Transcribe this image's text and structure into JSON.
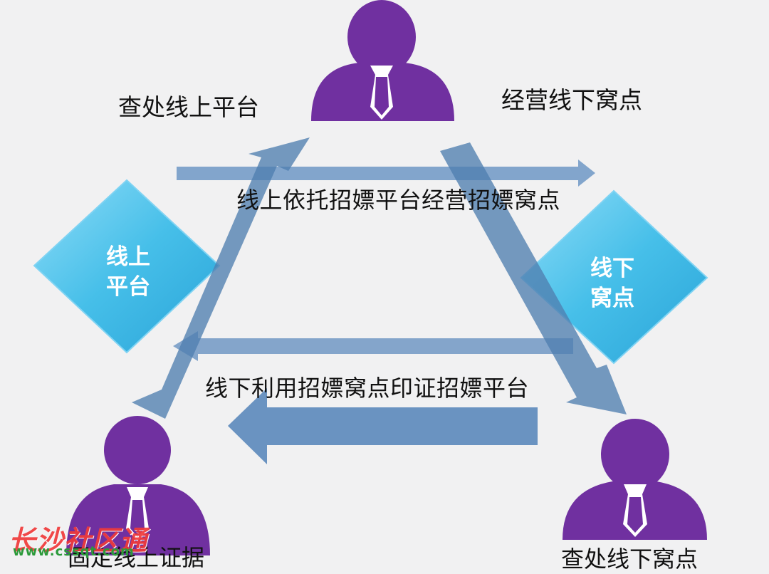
{
  "labels": {
    "top_left": "查处线上平台",
    "top_right": "经营线下窝点",
    "mid_upper": "线上依托招嫖平台经营招嫖窝点",
    "mid_lower": "线下利用招嫖窝点印证招嫖平台",
    "bottom_left": "固定线上证据",
    "bottom_right": "查处线下窝点"
  },
  "diamonds": {
    "left": {
      "line1": "线上",
      "line2": "平台"
    },
    "right": {
      "line1": "线下",
      "line2": "窝点"
    }
  },
  "watermark": {
    "text": "长沙社区通",
    "url": "www.cssqt.com"
  },
  "colors": {
    "background": "#f1f1f2",
    "person": "#7030a0",
    "arrow": "#4f7fb0",
    "diamond": "#3fb8e6"
  },
  "icons": [
    "person-icon",
    "person-icon",
    "person-icon"
  ]
}
